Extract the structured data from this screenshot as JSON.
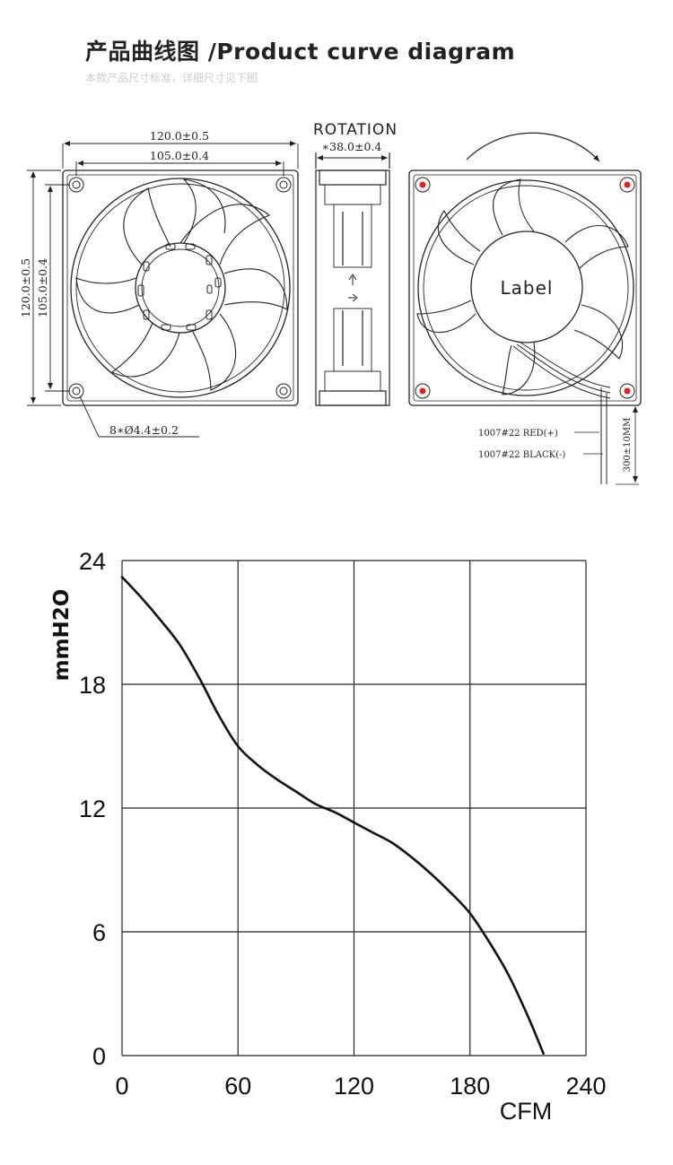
{
  "header": {
    "title": "产品曲线图 /Product curve diagram",
    "subtitle": "本款产品尺寸标准，详细尺寸见下图"
  },
  "drawing": {
    "outer_dim": "120.0±0.5",
    "inner_dim": "105.0±0.4",
    "outer_dim_v": "120.0±0.5",
    "inner_dim_v": "105.0±0.4",
    "hole_dim": "8∗Ø4.4±0.2",
    "rotation_label": "ROTATION",
    "depth_dim": "∗38.0±0.4",
    "label_text": "Label",
    "wire_red": "1007#22 RED(+)",
    "wire_black": "1007#22 BLACK(-)",
    "lead_length": "300±10MM"
  },
  "chart_data": {
    "type": "line",
    "title": "",
    "xlabel": "CFM",
    "ylabel": "mmH2O",
    "xlim": [
      0,
      240
    ],
    "ylim": [
      0,
      24
    ],
    "xticks": [
      "0",
      "60",
      "120",
      "180",
      "240"
    ],
    "yticks": [
      "0",
      "6",
      "12",
      "18",
      "24"
    ],
    "grid": true,
    "series": [
      {
        "x": [
          0,
          10,
          20,
          30,
          40,
          50,
          60,
          70,
          80,
          90,
          100,
          110,
          120,
          130,
          140,
          150,
          160,
          170,
          180,
          190,
          200,
          210,
          218
        ],
        "y": [
          23.2,
          22.2,
          21.1,
          19.9,
          18.3,
          16.5,
          15.0,
          14.1,
          13.4,
          12.8,
          12.2,
          11.8,
          11.3,
          10.8,
          10.3,
          9.6,
          8.8,
          7.9,
          6.9,
          5.5,
          3.9,
          1.9,
          0.1
        ]
      }
    ]
  }
}
